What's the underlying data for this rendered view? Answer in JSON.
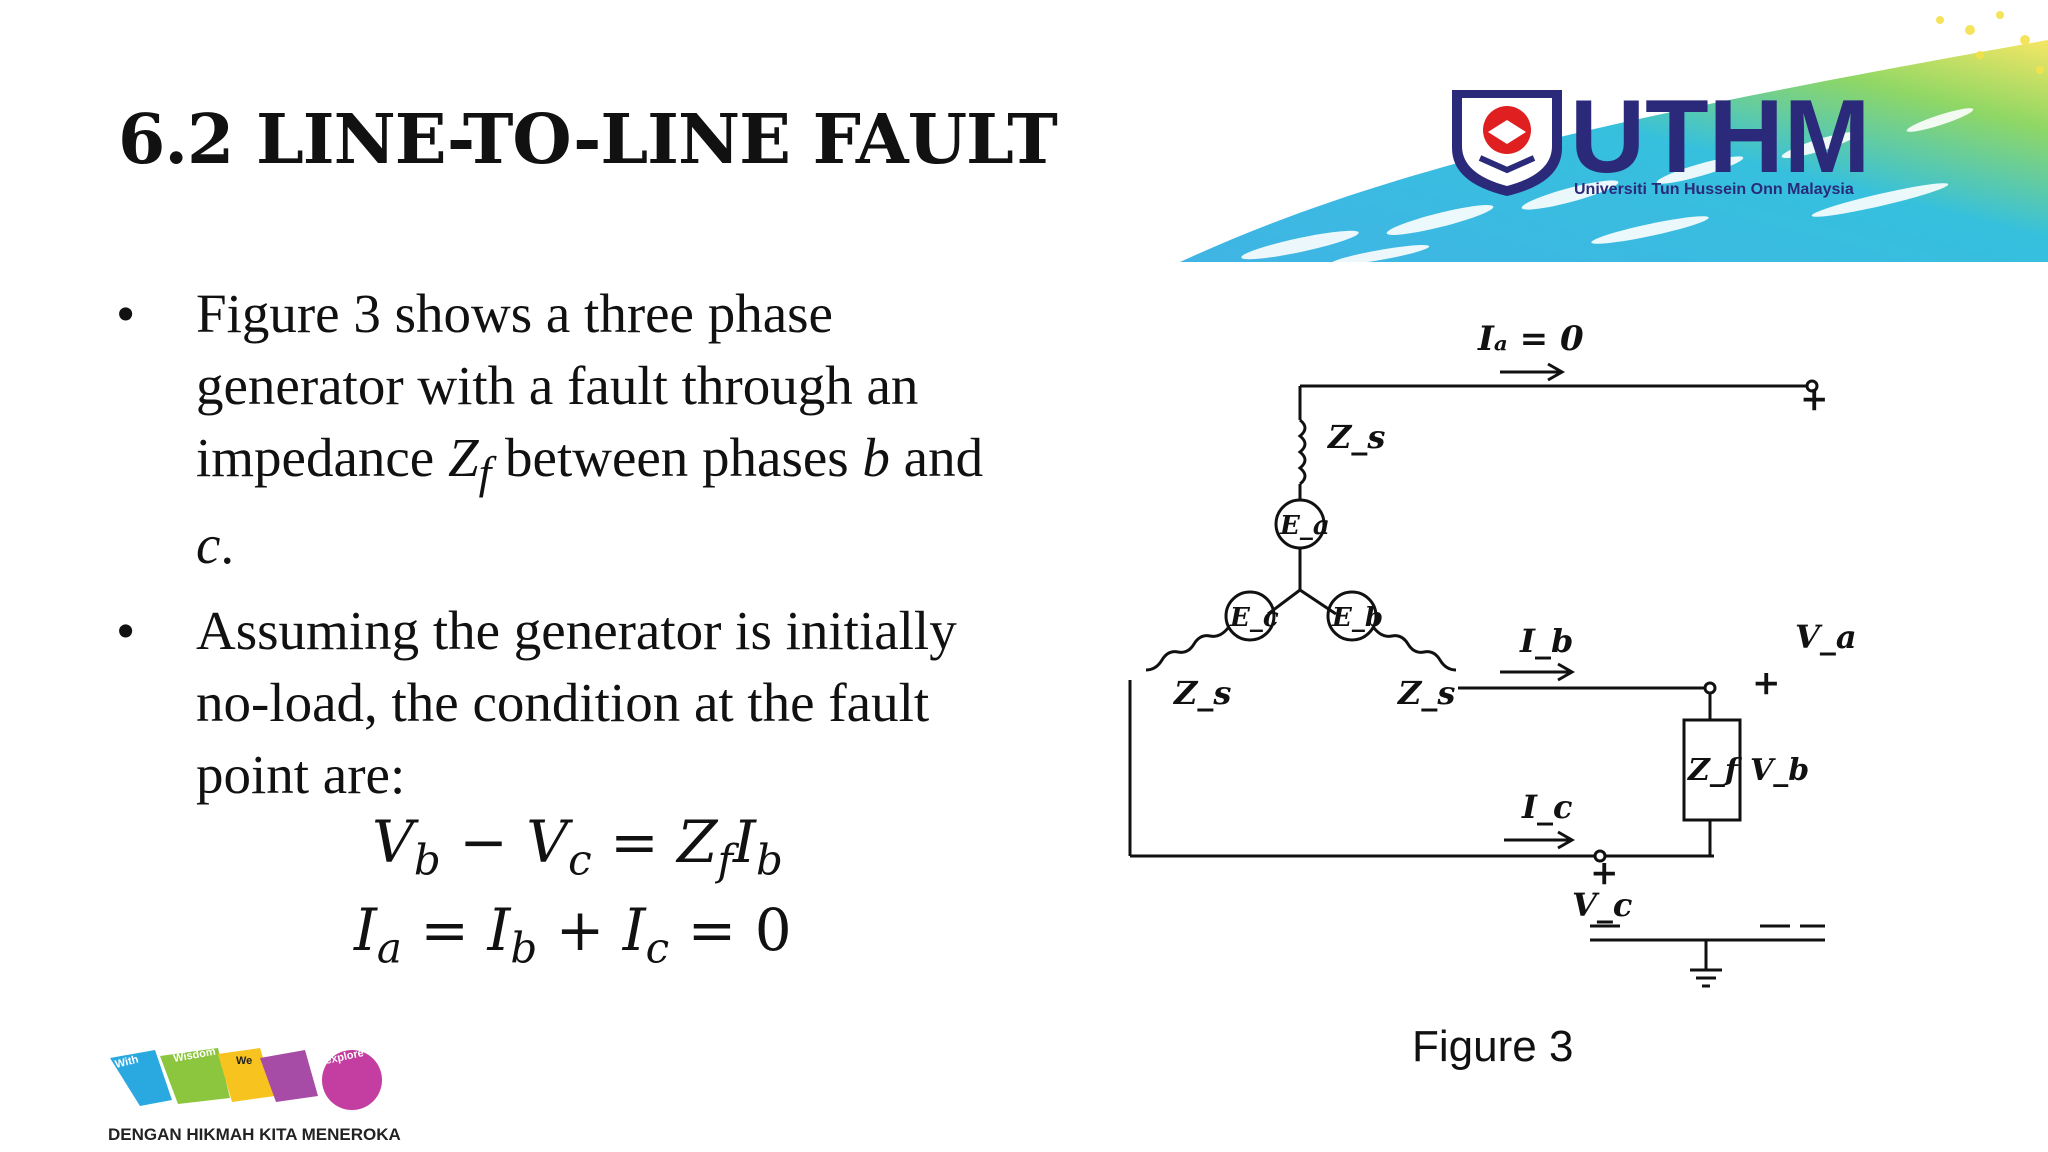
{
  "slide": {
    "title": "6.2 LINE-TO-LINE FAULT",
    "bullets": [
      {
        "pre": "Figure 3 shows a three phase generator with a fault through an impedance ",
        "zf": "Z",
        "zf_sub": "f",
        "mid": " between phases ",
        "b": "b",
        "and": " and ",
        "c": "c",
        "end": "."
      },
      {
        "text": "Assuming the generator is initially no-load, the condition at the fault point are:"
      }
    ],
    "bullet_symbol": "•",
    "equations": {
      "eq1": {
        "lhs": "V",
        "lhs_sub": "b",
        "op1": " − ",
        "mid": "V",
        "mid_sub": "c",
        "eq": " = ",
        "rhs1": "Z",
        "rhs1_sub": "f",
        "rhs2": "I",
        "rhs2_sub": "b"
      },
      "eq2": {
        "a": "I",
        "a_sub": "a",
        "eq1": " = ",
        "b": "I",
        "b_sub": "b",
        "plus": " + ",
        "c": "I",
        "c_sub": "c",
        "eq2": " = ",
        "zero": "0"
      }
    }
  },
  "logo": {
    "name": "UTHM",
    "subtitle": "Universiti Tun Hussein Onn Malaysia",
    "brand_color": "#2b2a7a",
    "accent_color": "#e02020"
  },
  "figure": {
    "caption": "Figure 3",
    "labels": {
      "ia": "Iₐ = 0",
      "ib": "I_b",
      "ic": "I_c",
      "zs_top": "Z_s",
      "zs_left": "Z_s",
      "zs_right": "Z_s",
      "ea": "E_a",
      "eb": "E_b",
      "ec": "E_c",
      "zf": "Z_f",
      "va": "V_a",
      "vb": "V_b",
      "vc": "V_c",
      "plus": "+"
    }
  },
  "footer": {
    "words": [
      "With",
      "Wisdom",
      "We",
      "explore"
    ],
    "tagline": "DENGAN HIKMAH KITA MENEROKA"
  }
}
